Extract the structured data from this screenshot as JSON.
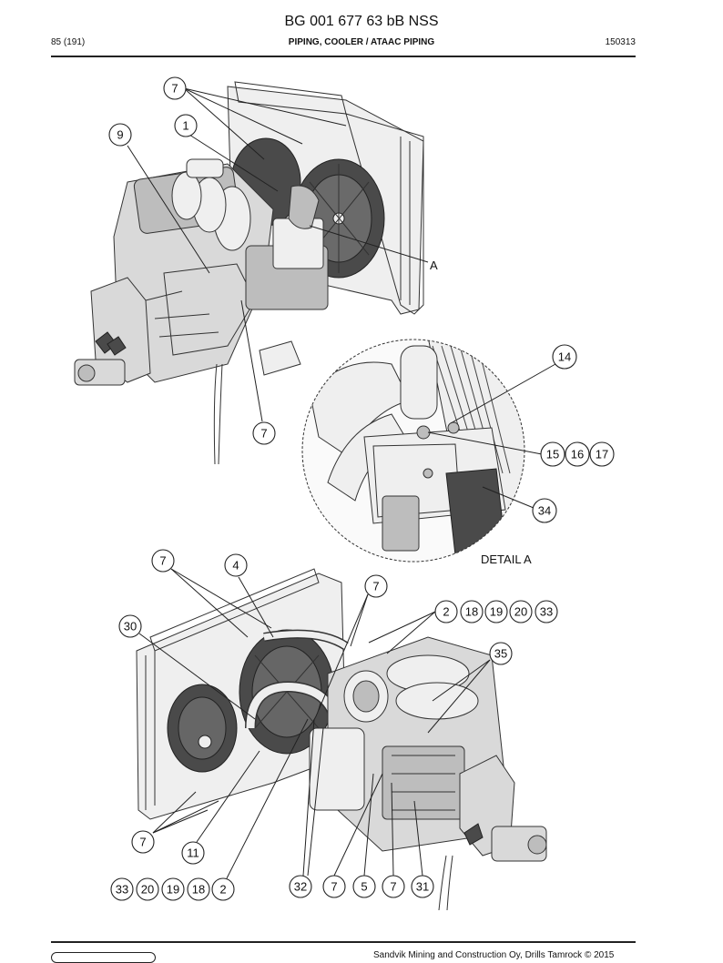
{
  "header": {
    "doc_title": "BG 001 677 63 bB NSS",
    "page": "85 (191)",
    "section": "PIPING, COOLER / ATAAC PIPING",
    "code": "150313"
  },
  "top_view": {
    "callouts": [
      "7",
      "1",
      "9",
      "7"
    ],
    "detail_pointer": "A"
  },
  "detail_a": {
    "label": "DETAIL A",
    "callouts": [
      "14",
      "15",
      "16",
      "17",
      "34"
    ]
  },
  "bottom_view": {
    "callouts": [
      "7",
      "4",
      "7",
      "30",
      "2",
      "18",
      "19",
      "20",
      "33",
      "35",
      "7",
      "11",
      "33",
      "20",
      "19",
      "18",
      "2",
      "32",
      "7",
      "5",
      "7",
      "31"
    ]
  },
  "footer": {
    "copyright": "Sandvik Mining and Construction Oy, Drills Tamrock © 2015"
  }
}
